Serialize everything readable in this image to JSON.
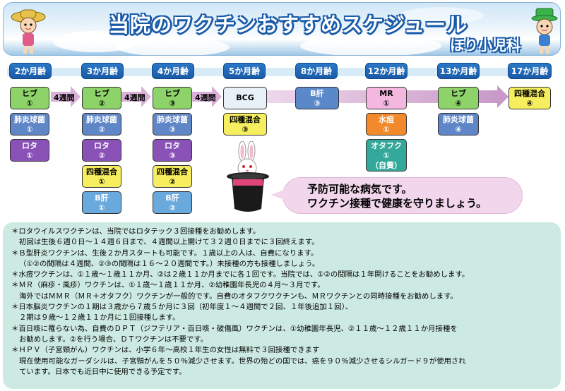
{
  "header": {
    "title": "当院のワクチンおすすめスケジュール",
    "clinic": "ほり小児科"
  },
  "ages": [
    "2か月齢",
    "3か月齢",
    "4か月齢",
    "5か月齢",
    "8か月齢",
    "12か月齢",
    "13か月齢",
    "17か月齢"
  ],
  "intervals": [
    "4週間",
    "4週間",
    "4週間"
  ],
  "vaccines": {
    "c0_hib": "ヒブ",
    "c0_hib_n": "①",
    "c0_pn": "肺炎球菌",
    "c0_pn_n": "①",
    "c0_rota": "ロタ",
    "c0_rota_n": "①",
    "c1_hib": "ヒブ",
    "c1_hib_n": "②",
    "c1_pn": "肺炎球菌",
    "c1_pn_n": "②",
    "c1_rota": "ロタ",
    "c1_rota_n": "②",
    "c1_dpt": "四種混合",
    "c1_dpt_n": "①",
    "c1_hb": "B肝",
    "c1_hb_n": "①",
    "c2_hib": "ヒブ",
    "c2_hib_n": "③",
    "c2_pn": "肺炎球菌",
    "c2_pn_n": "③",
    "c2_rota": "ロタ",
    "c2_rota_n": "③",
    "c2_dpt": "四種混合",
    "c2_dpt_n": "②",
    "c2_hb": "B肝",
    "c2_hb_n": "②",
    "c3_bcg": "BCG",
    "c3_dpt": "四種混合",
    "c3_dpt_n": "③",
    "c4_hb": "B肝",
    "c4_hb_n": "③",
    "c5_mr": "MR",
    "c5_mr_n": "①",
    "c5_var": "水痘",
    "c5_var_n": "①",
    "c5_mumps": "オタフク",
    "c5_mumps_n": "①",
    "c5_mumps_note": "（自費）",
    "c6_hib": "ヒブ",
    "c6_hib_n": "④",
    "c6_pn": "肺炎球菌",
    "c6_pn_n": "④",
    "c7_dpt": "四種混合",
    "c7_dpt_n": "④"
  },
  "bubble": {
    "line1": "予防可能な病気です。",
    "line2": "ワクチン接種で健康を守りましょう。"
  },
  "notes": [
    "＊ロタウイルスワクチンは、当院ではロタテック３回接種をお勧めします。",
    "初回は生後６週０日～１４週６日まで、４週間以上開けて３２週０日までに３回終えます。",
    "＊Ｂ型肝炎ワクチンは、生後２か月スタートも可能です。１歳以上の人は、自費になります。",
    "（①②の間隔は４週間、②③の間隔は１６～２０週間です。）未接種の方も接種しましょう。",
    "＊水痘ワクチンは、①１歳～１歳１１か月、②は２歳１１か月までに各１回です。当院では、①②の間隔は１年開けることをお勧めします。",
    "＊ＭＲ（麻疹・風疹）ワクチンは、①１歳～１歳１１か月、②幼稚園年長児の４月～３月です。",
    "海外ではＭＭＲ（ＭＲ＋オタフク）ワクチンが一般的です。自費のオタフクワクチンも、ＭＲワクチンとの同時接種をお勧めします。",
    "＊日本脳炎ワクチンの１期は３歳から７歳５か月に３回（初年度１～４週間で２回、１年後追加１回）、",
    "２期は９歳～１２歳１１か月に１回接種します。",
    "＊百日咳に罹らない為、自費のＤＰＴ（ジフテリア・百日咳・破傷風）ワクチンは、①幼稚園年長児、②１１歳～１２歳１１か月接種を",
    "お勧めします。②を行う場合、ＤＴワクチンは不要です。",
    "＊ＨＰＶ（子宮頸がん）ワクチンは、小学６年～高校１年生の女性は無料で３回接種できます",
    "現在使用可能なガーダシルは、子宮頸がんを５０％減少させます。世界の殆どの国では、癌を９０％減少させるシルガード９が使用され",
    "ています。日本でも近日中に使用できる予定です。"
  ],
  "colors": {
    "hib": "#8ed36a",
    "pneumococcus": "#5f86c6",
    "rota": "#8a52b7",
    "dpt": "#f6ee5e",
    "hepb": "#6aa9dd",
    "bcg": "#e8f0f8",
    "mr": "#f4b8e0",
    "varicella": "#f28a2b",
    "mumps": "#34a89a",
    "age_header": "#1a5aa8",
    "notes_bg": "#cdeae2",
    "bubble_bg": "#f2d6ec"
  }
}
